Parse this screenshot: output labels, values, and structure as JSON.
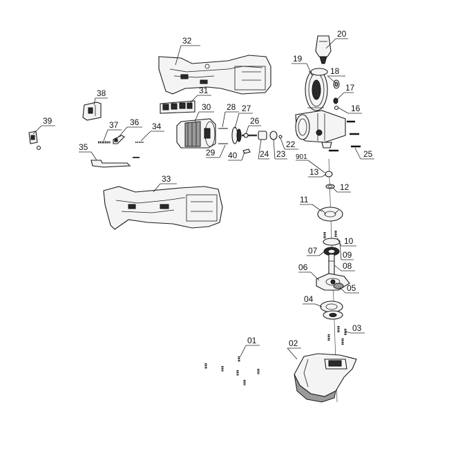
{
  "callouts": [
    {
      "id": "20",
      "text": "20"
    },
    {
      "id": "32",
      "text": "32"
    },
    {
      "id": "19",
      "text": "19"
    },
    {
      "id": "18",
      "text": "18"
    },
    {
      "id": "17",
      "text": "17"
    },
    {
      "id": "16",
      "text": "16"
    },
    {
      "id": "38",
      "text": "38"
    },
    {
      "id": "31",
      "text": "31"
    },
    {
      "id": "30",
      "text": "30"
    },
    {
      "id": "28",
      "text": "28"
    },
    {
      "id": "27",
      "text": "27"
    },
    {
      "id": "26",
      "text": "26"
    },
    {
      "id": "39",
      "text": "39"
    },
    {
      "id": "37",
      "text": "37"
    },
    {
      "id": "36",
      "text": "36"
    },
    {
      "id": "34",
      "text": "34"
    },
    {
      "id": "35",
      "text": "35"
    },
    {
      "id": "29",
      "text": "29"
    },
    {
      "id": "40",
      "text": "40"
    },
    {
      "id": "24",
      "text": "24"
    },
    {
      "id": "23",
      "text": "23"
    },
    {
      "id": "22",
      "text": "22"
    },
    {
      "id": "901",
      "text": "901"
    },
    {
      "id": "25",
      "text": "25"
    },
    {
      "id": "13",
      "text": "13"
    },
    {
      "id": "12",
      "text": "12"
    },
    {
      "id": "33",
      "text": "33"
    },
    {
      "id": "11",
      "text": "11"
    },
    {
      "id": "10",
      "text": "10"
    },
    {
      "id": "09",
      "text": "09"
    },
    {
      "id": "07",
      "text": "07"
    },
    {
      "id": "08",
      "text": "08"
    },
    {
      "id": "06",
      "text": "06"
    },
    {
      "id": "05",
      "text": "05"
    },
    {
      "id": "04",
      "text": "04"
    },
    {
      "id": "03",
      "text": "03"
    },
    {
      "id": "01",
      "text": "01"
    },
    {
      "id": "02",
      "text": "02"
    }
  ]
}
